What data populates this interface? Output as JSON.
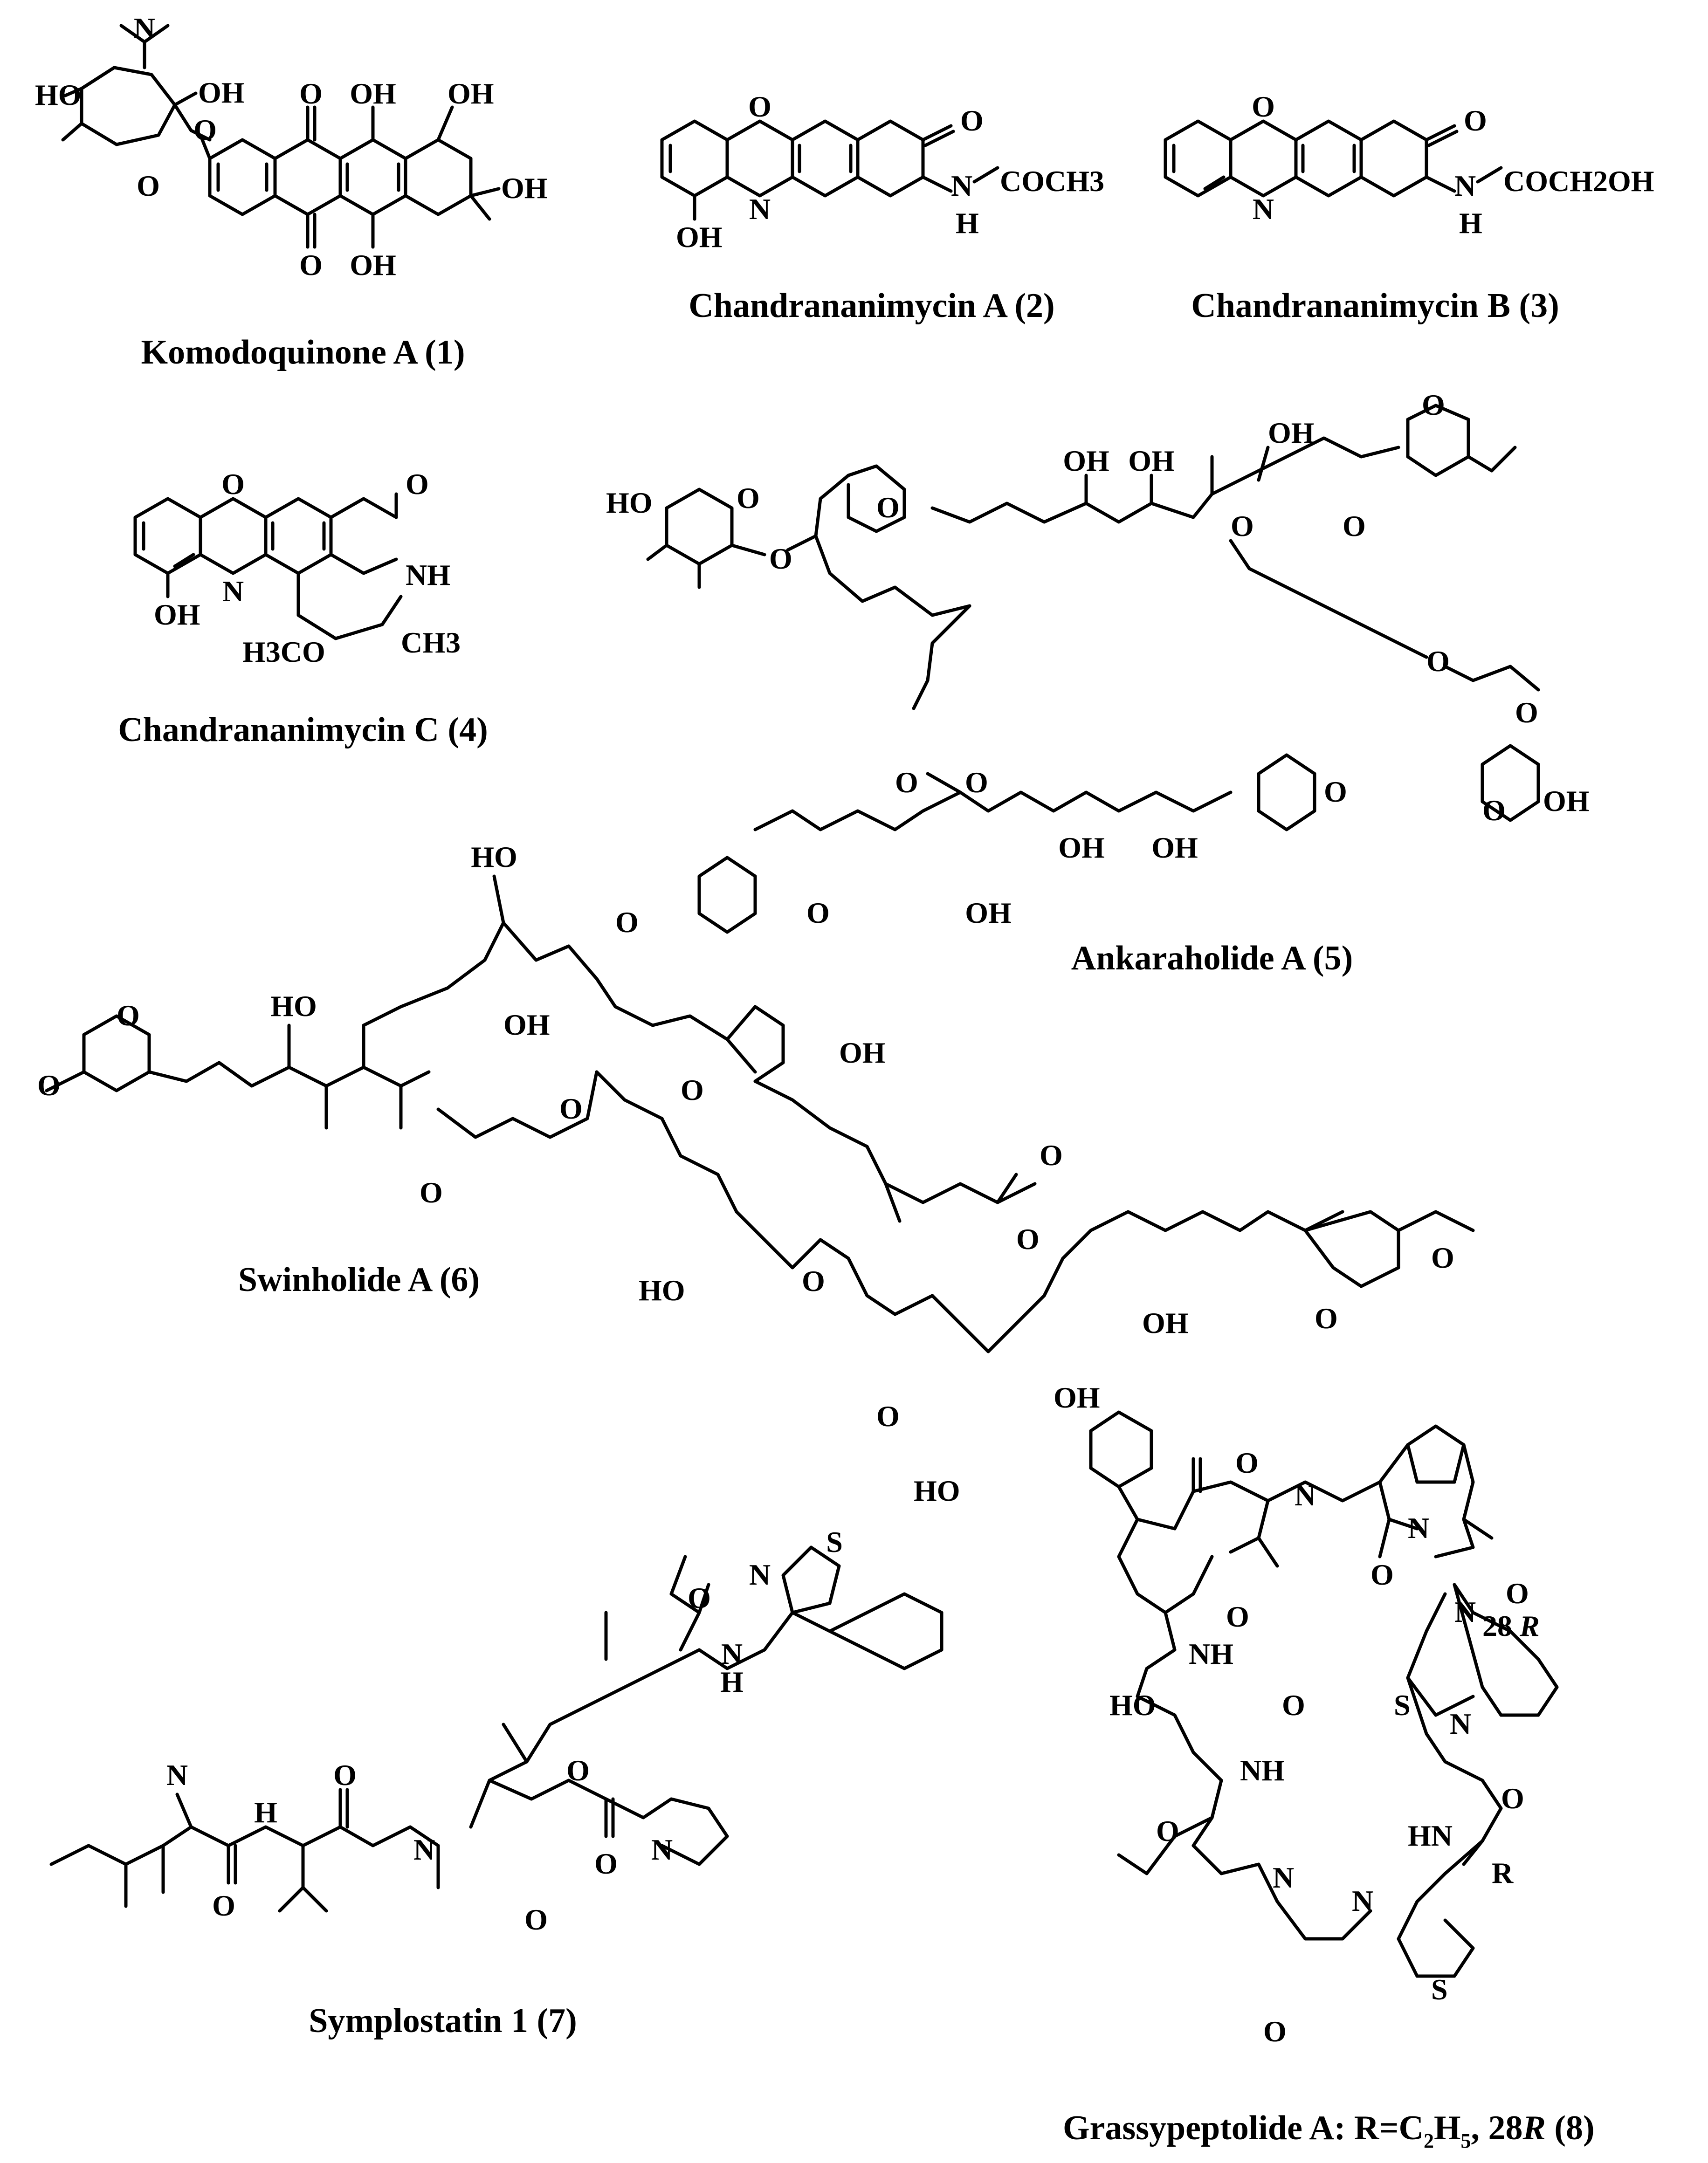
{
  "figure": {
    "compounds": [
      {
        "id": "1",
        "caption": "Komodoquinone A (1)"
      },
      {
        "id": "2",
        "caption": "Chandrananimycin A (2)"
      },
      {
        "id": "3",
        "caption": "Chandrananimycin B (3)"
      },
      {
        "id": "4",
        "caption": "Chandrananimycin C (4)"
      },
      {
        "id": "5",
        "caption": "Ankaraholide A (5)"
      },
      {
        "id": "6",
        "caption": "Swinholide A (6)"
      },
      {
        "id": "7",
        "caption": "Symplostatin 1 (7)"
      },
      {
        "id": "8",
        "caption_main": "Grassypeptolide A: R=C",
        "caption_sub1": "2",
        "caption_mid": "H",
        "caption_sub2": "5",
        "caption_tail": ", 28",
        "caption_italic": "R",
        "caption_end": " (8)"
      }
    ],
    "labels": {
      "N": "N",
      "O": "O",
      "OH": "OH",
      "HO": "HO",
      "NH": "NH",
      "HN": "HN",
      "H": "H",
      "S": "S",
      "R": "R",
      "COCH3": "COCH3",
      "COCH2OH": "COCH2OH",
      "H3CO": "H3CO",
      "CH3": "CH3",
      "N_COCH3": "N",
      "label28R_num": "28",
      "label28R_letter": "R"
    }
  }
}
